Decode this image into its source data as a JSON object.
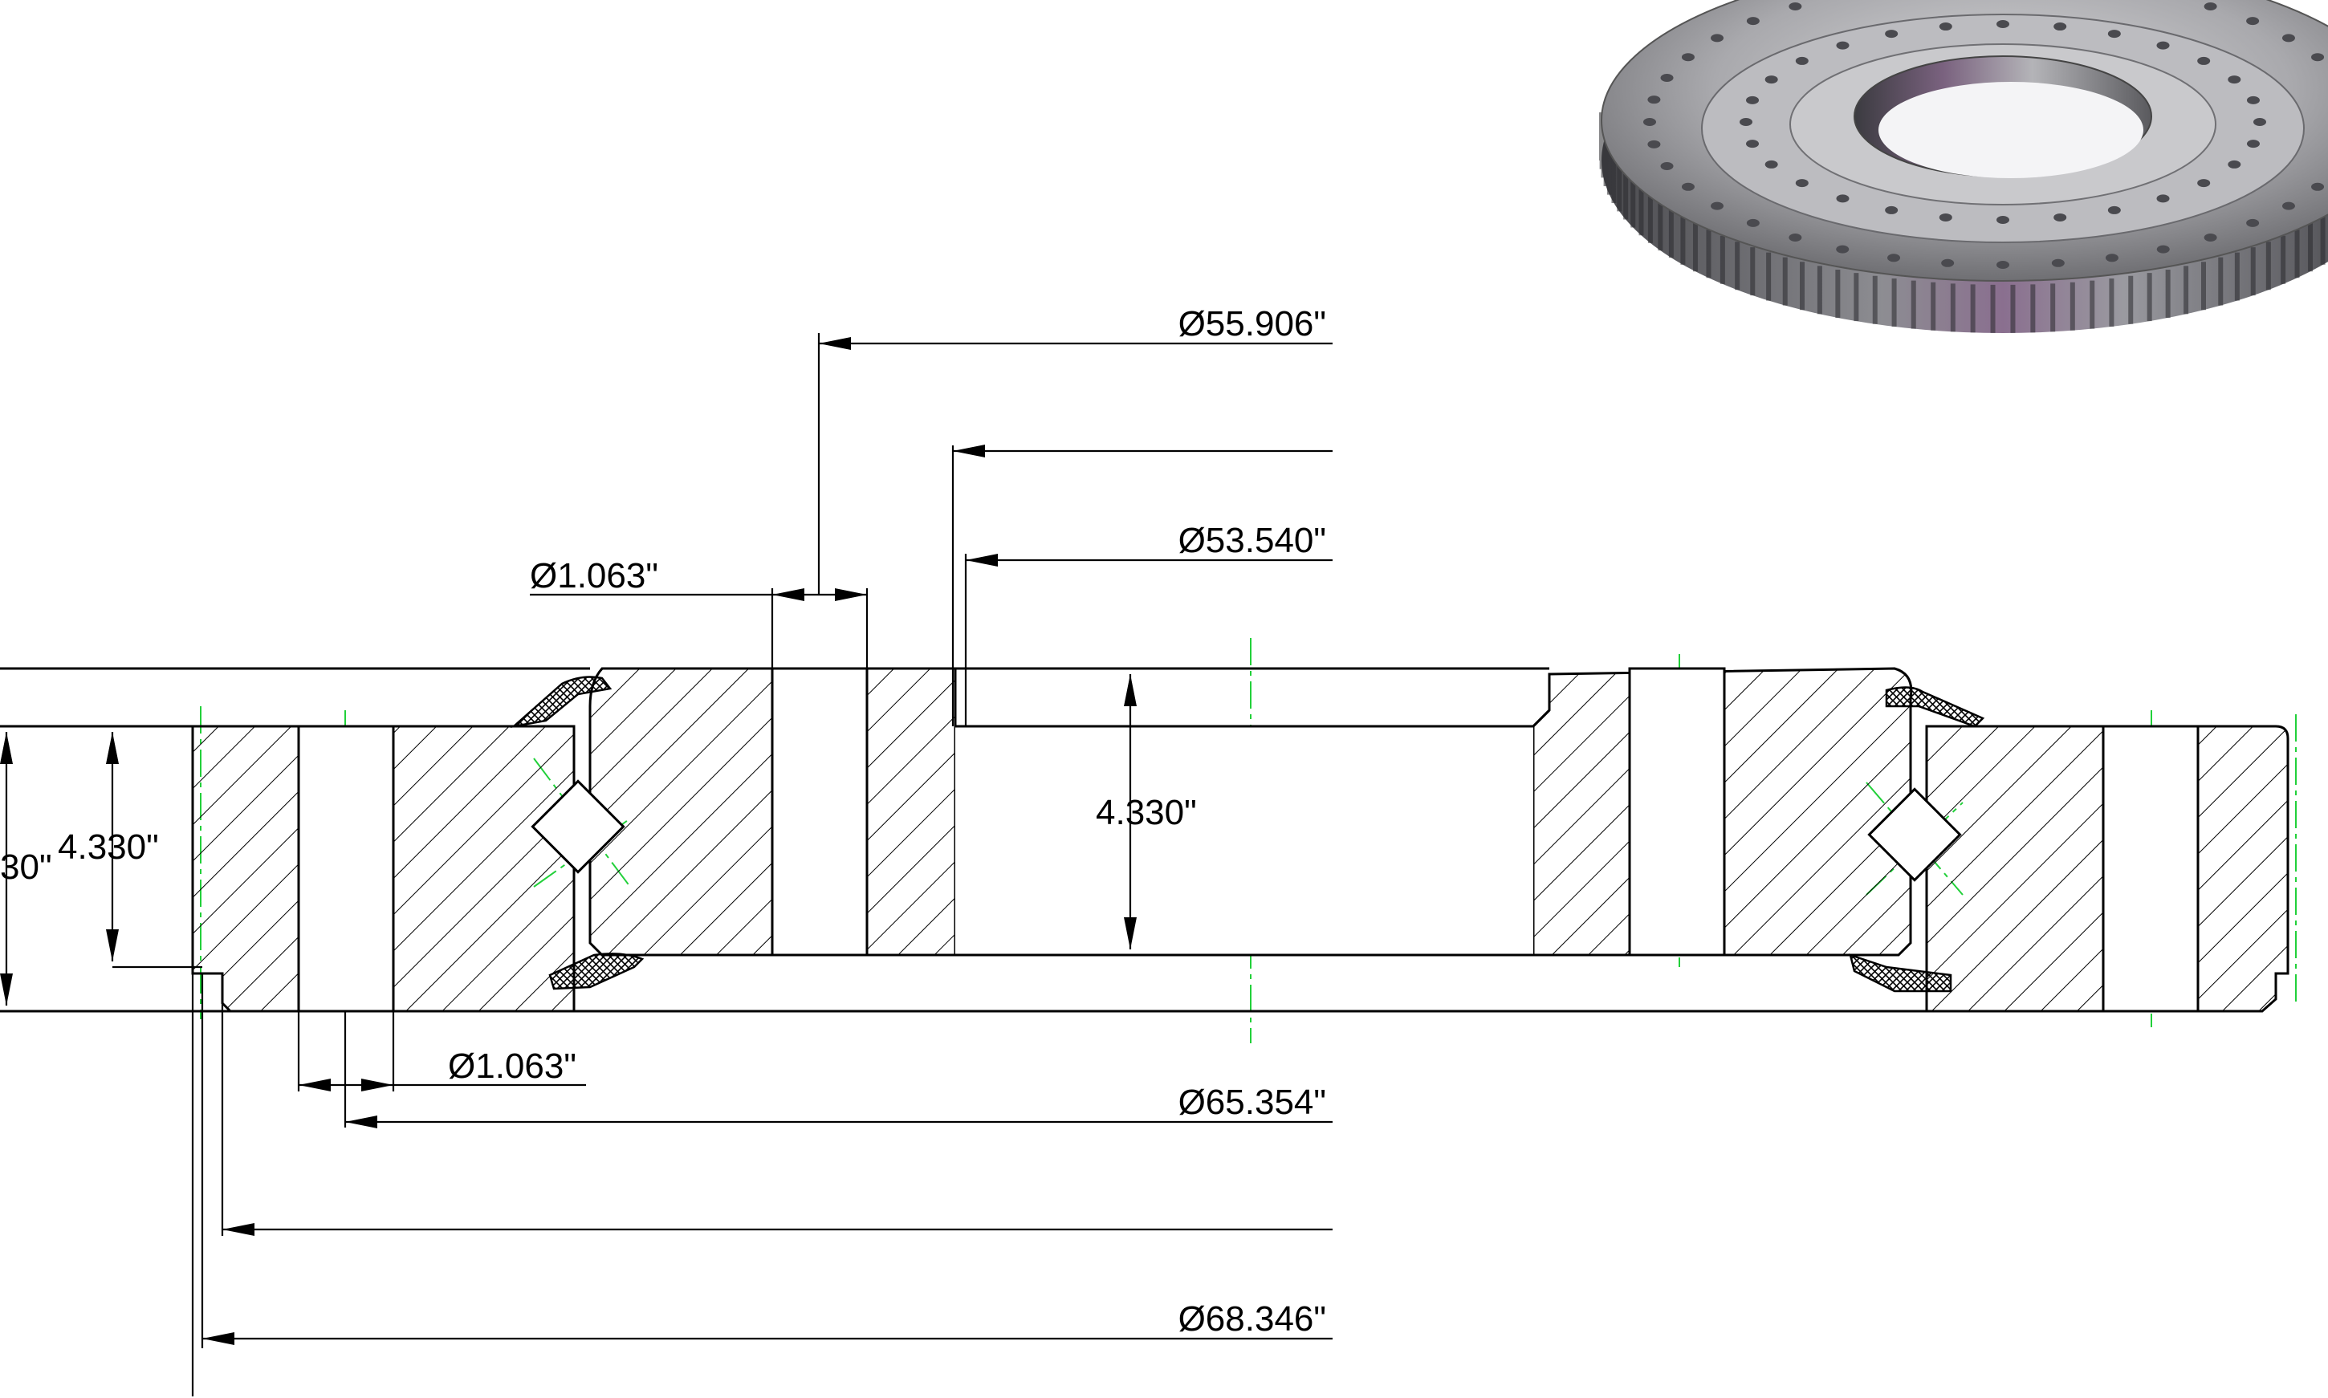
{
  "dimensions": {
    "d_55_906": "Ø55.906\"",
    "d_53_540": "Ø53.540\"",
    "d_1_063_top": "Ø1.063\"",
    "d_1_063_bottom": "Ø1.063\"",
    "d_65_354": "Ø65.354\"",
    "d_68_346": "Ø68.346\"",
    "height_inner": "4.330\"",
    "height_outer": "4.330\"",
    "height_cut": "30\""
  },
  "colors": {
    "line": "#000000",
    "center_line": "#22d03a",
    "render_metal": "#8a8a8a",
    "render_accent": "#8a6f8f"
  },
  "render": {
    "icon": "slewing-ring-gear-render-icon"
  }
}
